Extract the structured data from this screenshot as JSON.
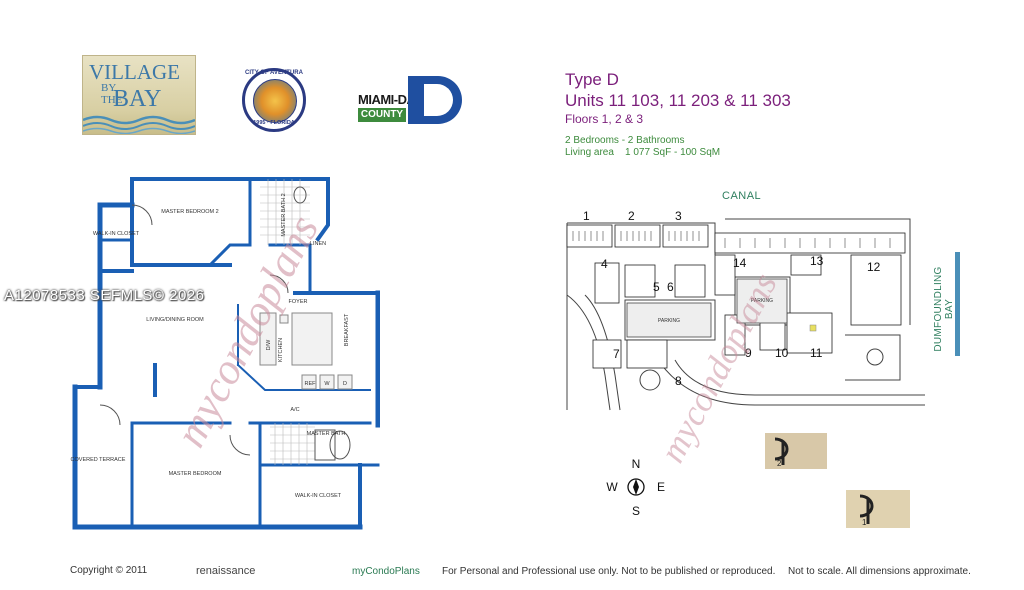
{
  "header": {
    "type_title": "Type D",
    "units": "Units 11 103, 11 203 & 11 303",
    "floors": "Floors 1, 2 & 3",
    "bedrooms": "2 Bedrooms - 2 Bathrooms",
    "living_area": "Living area    1 077 SqF - 100 SqM"
  },
  "logos": {
    "village_line1": "VILLAGE",
    "village_line2": "BY",
    "village_line3": "BAY",
    "village_line4": "THE",
    "aventura_top": "CITY OF AVENTURA",
    "aventura_bottom": "1995 · FLORIDA",
    "miami_dade": "MIAMI-DADE",
    "county": "COUNTY"
  },
  "site": {
    "canal": "CANAL",
    "bay": "DUMFOUNDLING BAY",
    "parking_labels": [
      "PARKING",
      "PARKING"
    ],
    "building_numbers": [
      "1",
      "2",
      "3",
      "4",
      "5",
      "6",
      "7",
      "8",
      "9",
      "10",
      "11",
      "12",
      "13",
      "14"
    ]
  },
  "compass": {
    "n": "N",
    "s": "S",
    "e": "E",
    "w": "W"
  },
  "legend": {
    "item2": "2",
    "item1": "1"
  },
  "floorplan": {
    "rooms": {
      "master_bedroom_2": "MASTER BEDROOM 2",
      "walk_in_closet": "WALK-IN CLOSET",
      "living_dining": "LIVING/DINING ROOM",
      "kitchen": "KITCHEN",
      "breakfast": "BREAKFAST",
      "covered_terrace": "COVERED TERRACE",
      "master_bedroom": "MASTER BEDROOM",
      "master_bath": "MASTER BATH",
      "walk_in_closet_2": "WALK-IN CLOSET",
      "foyer": "FOYER",
      "ref": "REF",
      "ac": "A/C",
      "master_bath_2": "MASTER BATH 2",
      "linen": "LINEN",
      "dw": "D/W",
      "w": "W",
      "d": "D"
    }
  },
  "watermark": {
    "text": "mycondoplans"
  },
  "mls": "A12078533  SEFMLS© 2026",
  "footer": {
    "copyright": "Copyright © 2011",
    "renaissance": "renaissance",
    "mycondoplans": "myCondoPlans",
    "personal": "For Personal and Professional use only.  Not to be published or reproduced.",
    "scale": "Not to scale.  All dimensions approximate."
  },
  "colors": {
    "wall_blue": "#1a5fb4",
    "title_purple": "#7b1f7b",
    "green_text": "#3d8b3d",
    "watermark": "#c88a9a"
  }
}
